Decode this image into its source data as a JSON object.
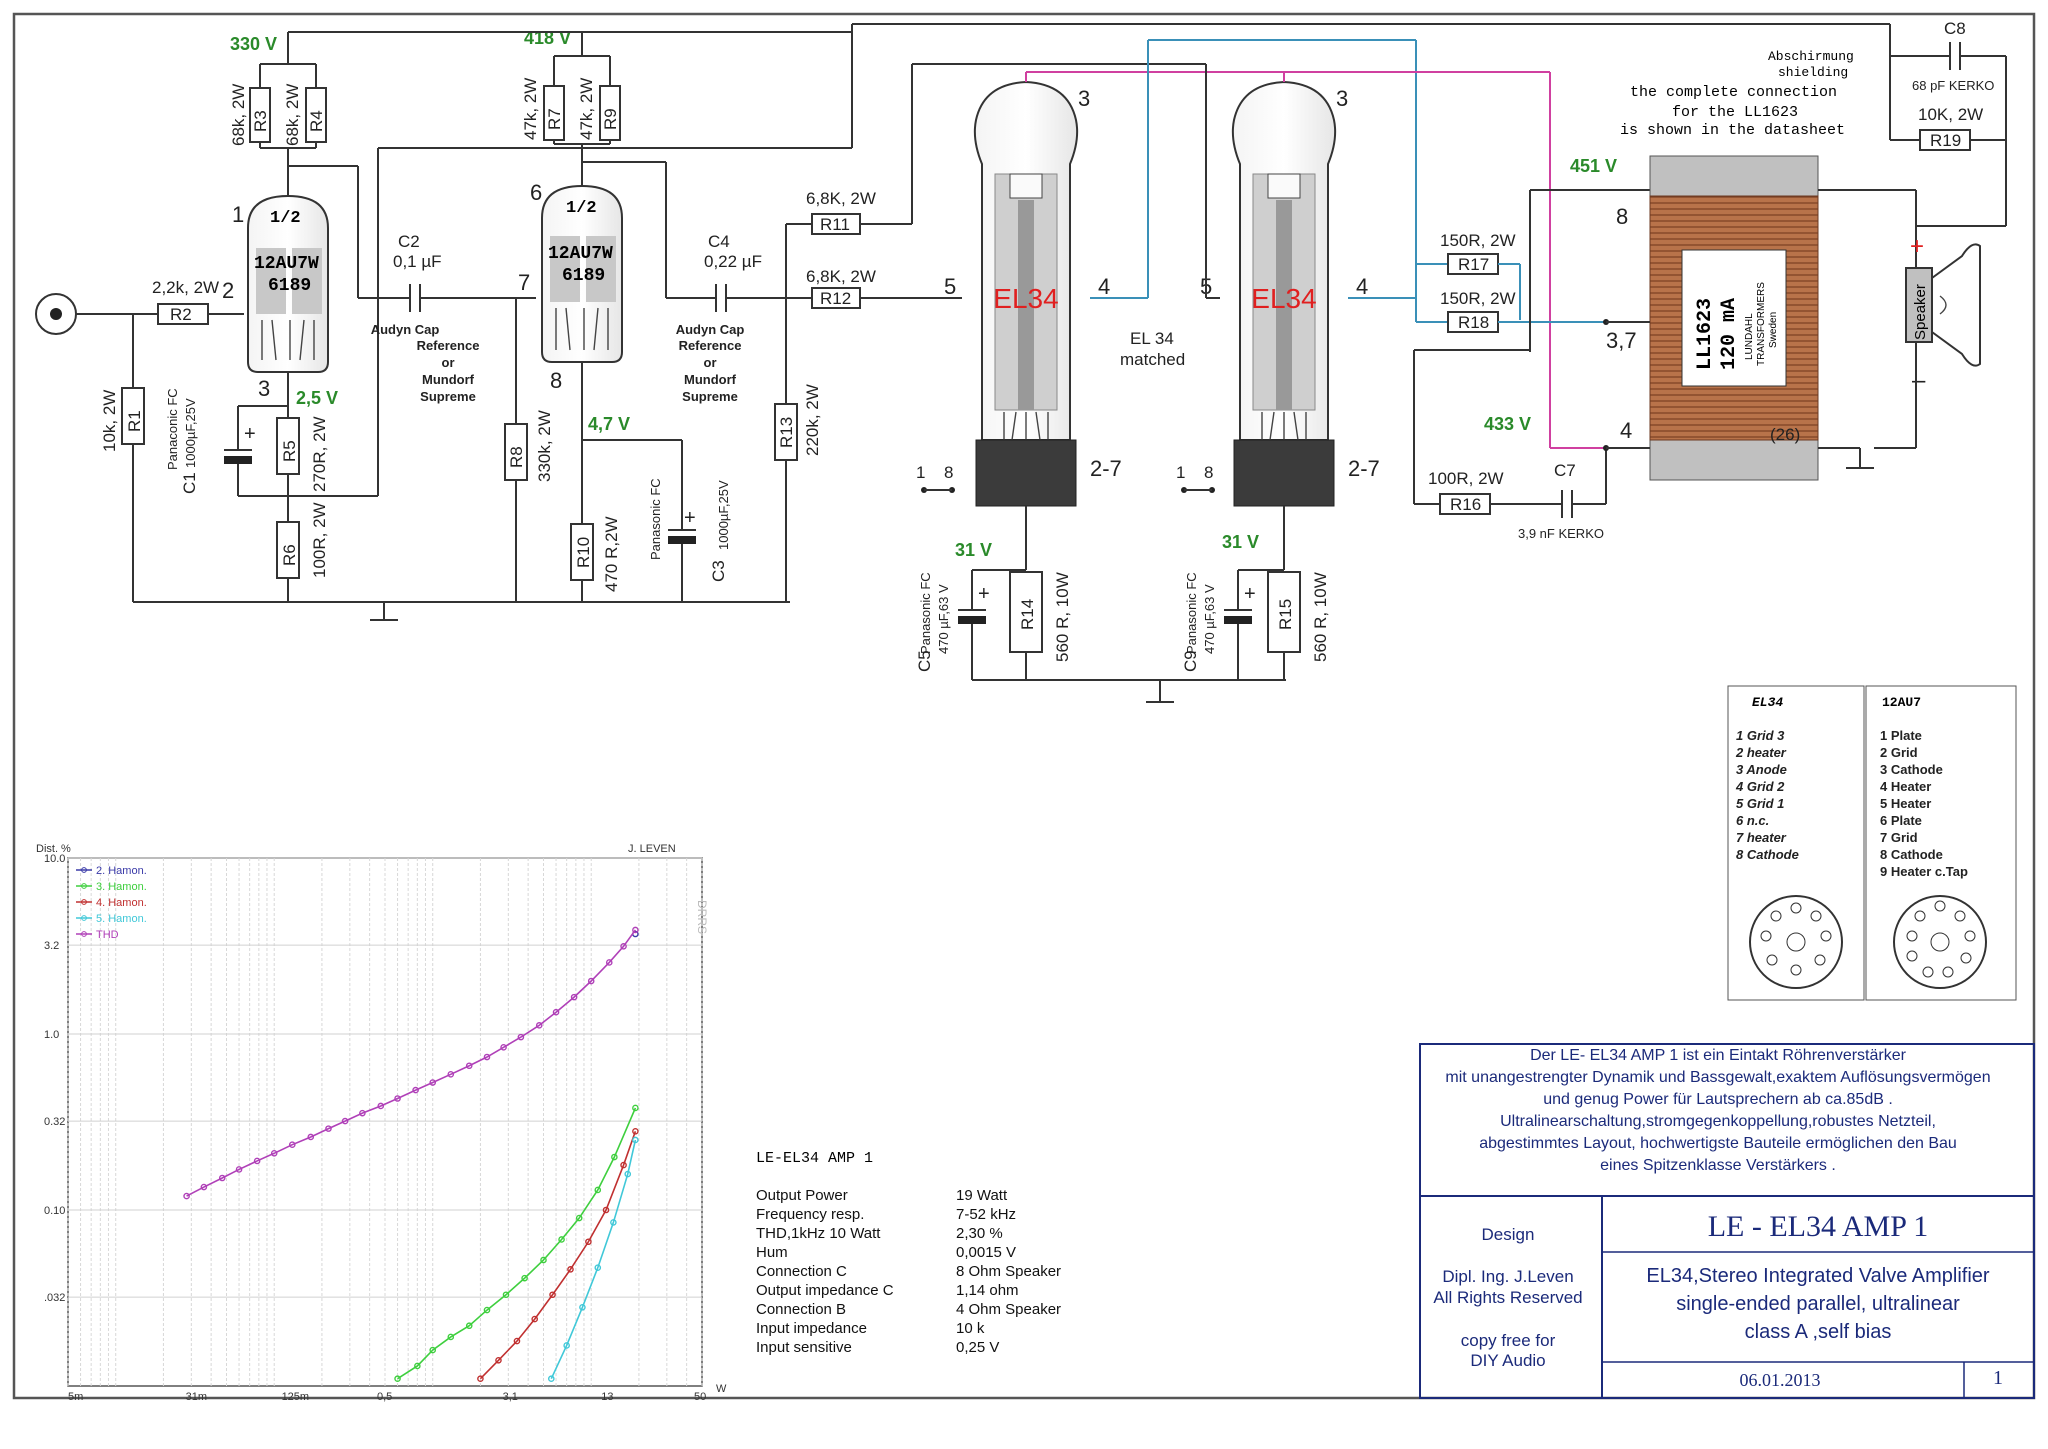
{
  "voltages": {
    "v330": "330 V",
    "v418": "418 V",
    "v25": "2,5 V",
    "v47": "4,7 V",
    "v31a": "31 V",
    "v31b": "31 V",
    "v451": "451 V",
    "v433": "433 V"
  },
  "resistors": {
    "R1": {
      "name": "R1",
      "value": "10k, 2W"
    },
    "R2": {
      "name": "R2",
      "value": "2,2k, 2W"
    },
    "R3": {
      "name": "R3",
      "value": "68k, 2W"
    },
    "R4": {
      "name": "R4",
      "value": "68k, 2W"
    },
    "R5": {
      "name": "R5",
      "value": "270R, 2W"
    },
    "R6": {
      "name": "R6",
      "value": "100R, 2W"
    },
    "R7": {
      "name": "R7",
      "value": "47k, 2W"
    },
    "R9": {
      "name": "R9",
      "value": "47k, 2W"
    },
    "R8": {
      "name": "R8",
      "value": "330k, 2W"
    },
    "R10": {
      "name": "R10",
      "value": "470 R,2W"
    },
    "R11": {
      "name": "R11",
      "value": "6,8K, 2W"
    },
    "R12": {
      "name": "R12",
      "value": "6,8K, 2W"
    },
    "R13": {
      "name": "R13",
      "value": "220k, 2W"
    },
    "R14": {
      "name": "R14",
      "value": "560 R, 10W"
    },
    "R15": {
      "name": "R15",
      "value": "560 R, 10W"
    },
    "R16": {
      "name": "R16",
      "value": "100R, 2W"
    },
    "R17": {
      "name": "R17",
      "value": "150R, 2W"
    },
    "R18": {
      "name": "R18",
      "value": "150R, 2W"
    },
    "R19": {
      "name": "R19",
      "value": "10K, 2W"
    }
  },
  "capacitors": {
    "C1": {
      "name": "C1",
      "type": "Panaconic FC",
      "value": "1000µF,25V"
    },
    "C2": {
      "name": "C2",
      "value": "0,1 µF",
      "note": [
        "Audyn Cap",
        "Reference",
        "or",
        "Mundorf",
        "Supreme"
      ]
    },
    "C3": {
      "name": "C3",
      "type": "Panasonic FC",
      "value": "1000µF,25V"
    },
    "C4": {
      "name": "C4",
      "value": "0,22 µF",
      "note": [
        "Audyn Cap",
        "Reference",
        "or",
        "Mundorf",
        "Supreme"
      ]
    },
    "C5": {
      "name": "C5",
      "type": "Panasonic FC",
      "value": "470 µF,63 V"
    },
    "C7": {
      "name": "C7",
      "value": "3,9 nF KERKO"
    },
    "C8": {
      "name": "C8",
      "value": "68 pF KERKO"
    },
    "C9": {
      "name": "C9",
      "type": "Panasonic FC",
      "value": "470 µF,63 V"
    }
  },
  "tubes": {
    "v1": {
      "half": "1/2",
      "type": "12AU7W",
      "alt": "6189",
      "pin_a": "1",
      "pin_g": "2",
      "pin_k": "3"
    },
    "v2": {
      "half": "1/2",
      "type": "12AU7W",
      "alt": "6189",
      "pin_a": "6",
      "pin_g": "7",
      "pin_k": "8"
    },
    "el1": {
      "type": "EL34",
      "pin_a": "3",
      "pin_g1": "5",
      "pin_g2": "4",
      "heater": "2-7",
      "p1": "1",
      "p8": "8"
    },
    "el2": {
      "type": "EL34",
      "pin_a": "3",
      "pin_g1": "5",
      "pin_g2": "4",
      "heater": "2-7",
      "p1": "1",
      "p8": "8"
    },
    "matched": [
      "EL 34",
      "matched"
    ]
  },
  "transformer": {
    "model": "LL1623",
    "current": "120 mA",
    "brand": "LUNDAHL",
    "brand2": "TRANSFORMERS",
    "country": "Sweden",
    "tap8": "8",
    "tap37": "3,7",
    "tap4": "4",
    "tap26": "(26)"
  },
  "speaker": {
    "label": "Speaker",
    "plus": "+",
    "minus": "–"
  },
  "shielding": {
    "de": "Abschirmung",
    "en": "shielding"
  },
  "datasheet_note": [
    "the complete connection",
    "for the LL1623",
    "is shown in the datasheet"
  ],
  "pinout_el34": {
    "title": "EL34",
    "pins": [
      "1 Grid 3",
      "2 heater",
      "3 Anode",
      "4 Grid 2",
      "5 Grid 1",
      "6 n.c.",
      "7 heater",
      "8 Cathode"
    ]
  },
  "pinout_12au7": {
    "title": "12AU7",
    "pins": [
      "1 Plate",
      "2 Grid",
      "3 Cathode",
      "4 Heater",
      "5 Heater",
      "6 Plate",
      "7 Grid",
      "8 Cathode",
      "9 Heater c.Tap"
    ]
  },
  "specs": {
    "title": "LE-EL34 AMP 1",
    "rows": [
      {
        "k": "Output Power",
        "v": "19 Watt"
      },
      {
        "k": "Frequency resp.",
        "v": "7-52 kHz"
      },
      {
        "k": "THD,1kHz 10 Watt",
        "v": "2,30 %"
      },
      {
        "k": "Hum",
        "v": "0,0015 V"
      },
      {
        "k": "Connection C",
        "v": "8 Ohm Speaker"
      },
      {
        "k": "Output impedance C",
        "v": "1,14 ohm"
      },
      {
        "k": "Connection B",
        "v": "4 Ohm Speaker"
      },
      {
        "k": "Input  impedance",
        "v": "10   k"
      },
      {
        "k": "Input  sensitive",
        "v": "0,25 V"
      }
    ]
  },
  "titleblock": {
    "desc": [
      "Der LE- EL34 AMP 1  ist ein Eintakt Röhrenverstärker",
      "mit unangestrengter Dynamik und Bassgewalt,exaktem Auflösungsvermögen",
      "und genug Power für  Lautsprechern ab ca.85dB .",
      "Ultralinearschaltung,stromgegenkoppellung,robustes Netzteil,",
      "abgestimmtes Layout, hochwertigste Bauteile ermöglichen den Bau",
      "eines Spitzenklasse Verstärkers ."
    ],
    "design": "Design",
    "author": [
      "Dipl. Ing. J.Leven",
      "All Rights Reserved"
    ],
    "copy": [
      "copy free for",
      "DIY Audio"
    ],
    "title": "LE - EL34  AMP 1",
    "subtitle": [
      "EL34,Stereo Integrated Valve Amplifier",
      "single-ended parallel, ultralinear",
      "class A ,self bias"
    ],
    "date": "06.01.2013",
    "sheet": "1"
  },
  "chart_data": {
    "type": "line",
    "ylabel": "Dist. %",
    "author": "J. LEVEN",
    "watermark": "DRRS",
    "xunit": "W",
    "x_ticks": [
      "5m",
      "31m",
      "125m",
      "0,5",
      "3,1",
      "13",
      "50"
    ],
    "y_ticks": [
      "10.0",
      "3.2",
      "1.0",
      "0.32",
      "0.10",
      ".032"
    ],
    "xscale": "log",
    "yscale": "log",
    "xlim": [
      0.005,
      50
    ],
    "ylim": [
      0.01,
      10
    ],
    "series": [
      {
        "name": "2. Hamon.",
        "color": "#3a3aa8",
        "x": [
          19.0
        ],
        "y": [
          3.7
        ]
      },
      {
        "name": "3. Hamon.",
        "color": "#3ecf3e",
        "x": [
          0.6,
          0.8,
          1.0,
          1.3,
          1.7,
          2.2,
          2.9,
          3.8,
          5.0,
          6.5,
          8.4,
          11.0,
          14.0,
          19.0
        ],
        "y": [
          0.011,
          0.013,
          0.016,
          0.019,
          0.022,
          0.027,
          0.033,
          0.041,
          0.052,
          0.068,
          0.09,
          0.13,
          0.2,
          0.38
        ]
      },
      {
        "name": "4. Hamon.",
        "color": "#c03030",
        "x": [
          2.0,
          2.6,
          3.4,
          4.4,
          5.7,
          7.4,
          9.6,
          12.4,
          16.0,
          19.0
        ],
        "y": [
          0.011,
          0.014,
          0.018,
          0.024,
          0.033,
          0.046,
          0.066,
          0.1,
          0.18,
          0.28
        ]
      },
      {
        "name": "5. Hamon.",
        "color": "#40c8d8",
        "x": [
          5.6,
          7.0,
          8.8,
          11.0,
          13.8,
          17.0,
          19.0
        ],
        "y": [
          0.011,
          0.017,
          0.028,
          0.047,
          0.085,
          0.16,
          0.25
        ]
      },
      {
        "name": "THD",
        "color": "#b040b8",
        "x": [
          0.028,
          0.036,
          0.047,
          0.06,
          0.078,
          0.1,
          0.13,
          0.17,
          0.22,
          0.28,
          0.36,
          0.47,
          0.6,
          0.78,
          1.0,
          1.3,
          1.7,
          2.2,
          2.8,
          3.6,
          4.7,
          6.0,
          7.8,
          10.0,
          13.0,
          16.0,
          19.0
        ],
        "y": [
          0.12,
          0.135,
          0.152,
          0.17,
          0.19,
          0.21,
          0.235,
          0.26,
          0.29,
          0.32,
          0.355,
          0.39,
          0.43,
          0.48,
          0.53,
          0.59,
          0.66,
          0.74,
          0.84,
          0.96,
          1.12,
          1.33,
          1.62,
          2.0,
          2.55,
          3.15,
          3.9
        ]
      }
    ]
  }
}
